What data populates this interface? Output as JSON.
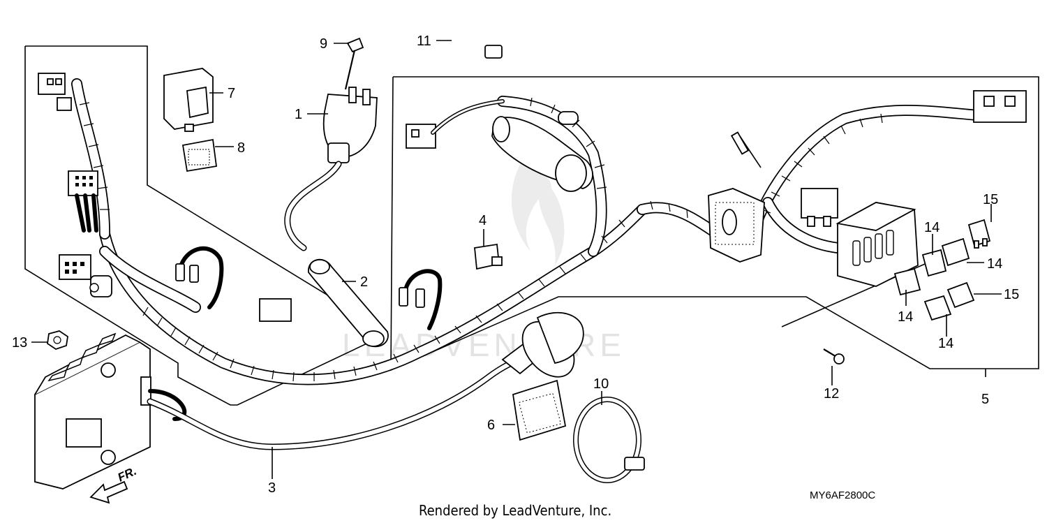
{
  "diagram": {
    "drawing_code": "MY6AF2800C",
    "credit": "Rendered by LeadVenture, Inc.",
    "watermark": "LEADVENTURE",
    "front_indicator": "FR.",
    "callouts": {
      "c1": "1",
      "c2": "2",
      "c3": "3",
      "c4": "4",
      "c5": "5",
      "c6": "6",
      "c7": "7",
      "c8": "8",
      "c9": "9",
      "c10": "10",
      "c11": "11",
      "c12": "12",
      "c13": "13",
      "c14a": "14",
      "c14b": "14",
      "c14c": "14",
      "c14d": "14",
      "c15a": "15",
      "c15b": "15"
    }
  }
}
